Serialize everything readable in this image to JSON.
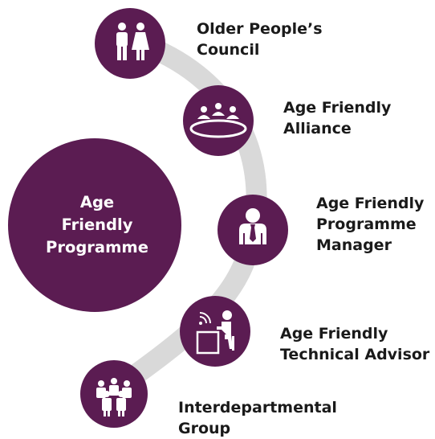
{
  "colors": {
    "purple": "#5b1c52",
    "track": "#d9d9d9",
    "icon": "#ffffff",
    "text": "#1a1a1a"
  },
  "center": {
    "label": "Age\nFriendly\nProgramme"
  },
  "nodes": [
    {
      "label": "Older People’s\nCouncil",
      "icon": "man-woman-icon"
    },
    {
      "label": "Age Friendly\nAlliance",
      "icon": "meeting-table-icon"
    },
    {
      "label": "Age Friendly\nProgramme\nManager",
      "icon": "manager-icon"
    },
    {
      "label": "Age Friendly\nTechnical Advisor",
      "icon": "person-at-laptop-icon"
    },
    {
      "label": "Interdepartmental\nGroup",
      "icon": "group-of-people-icon"
    }
  ]
}
